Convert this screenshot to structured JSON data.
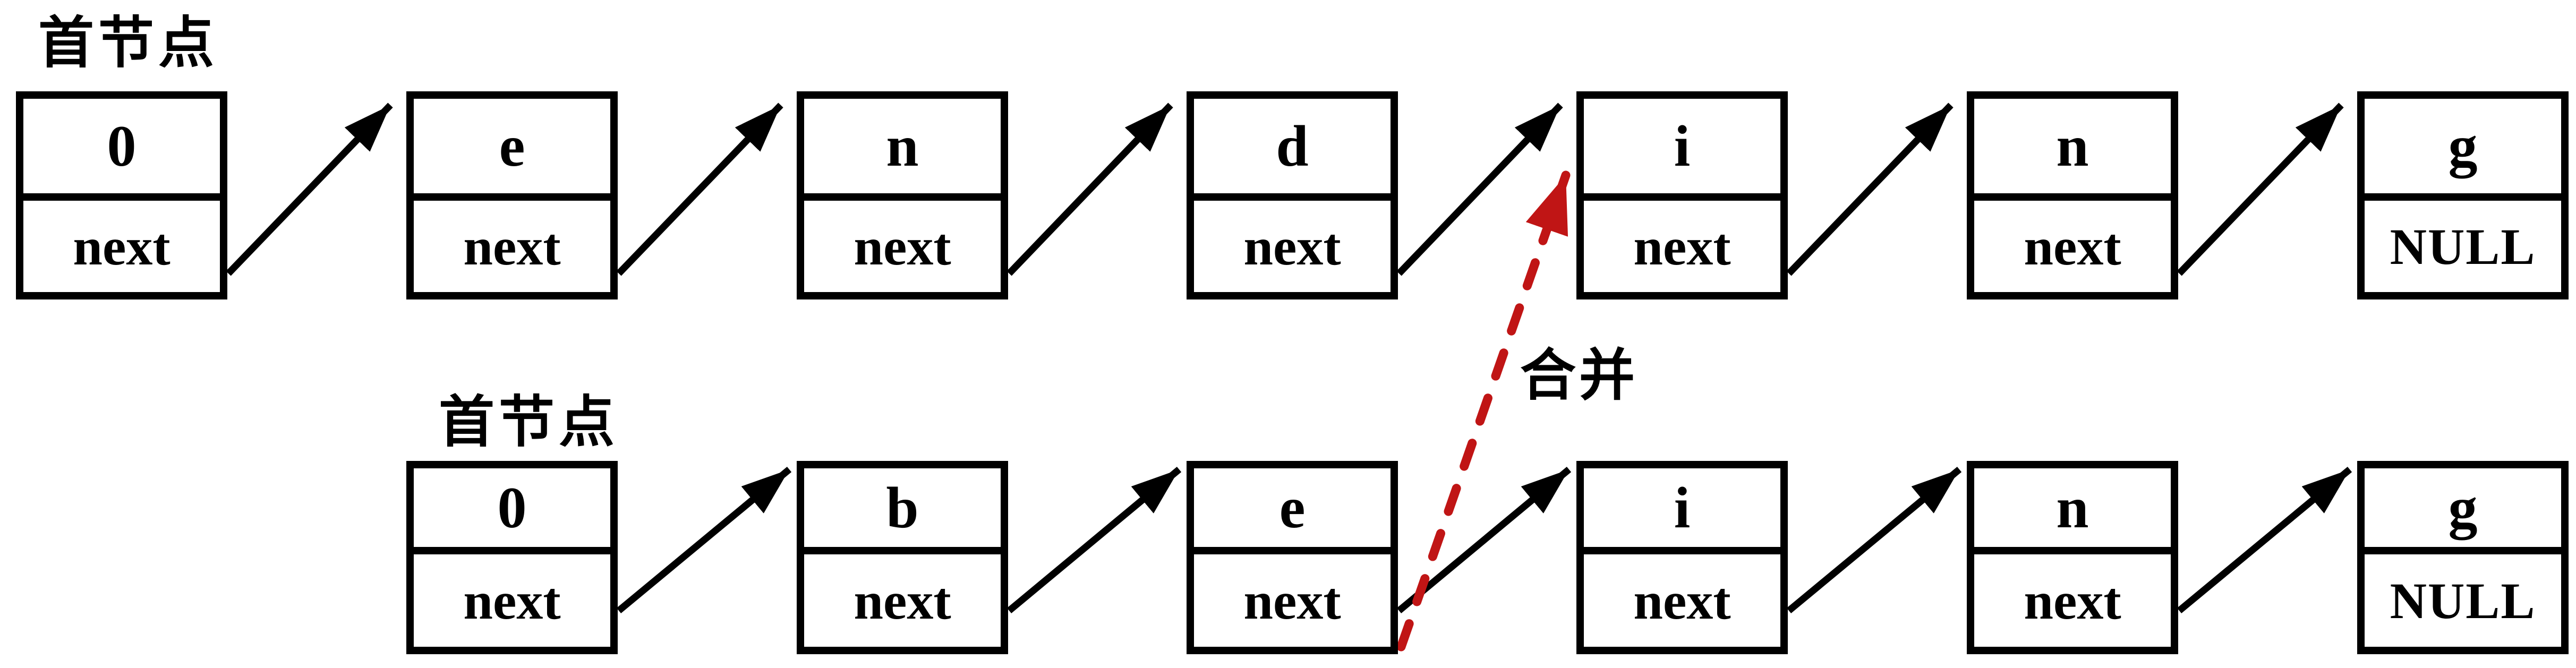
{
  "diagram": {
    "type": "linked-list-merge",
    "merge_label": "合并",
    "colors": {
      "node_border": "#000000",
      "node_fill": "#ffffff",
      "text": "#000000",
      "arrow": "#000000",
      "merge_arrow": "#c01515",
      "background": "#ffffff"
    },
    "lists": {
      "top": {
        "head_label": "首节点",
        "nodes": [
          {
            "value": "0",
            "pointer": "next"
          },
          {
            "value": "e",
            "pointer": "next"
          },
          {
            "value": "n",
            "pointer": "next"
          },
          {
            "value": "d",
            "pointer": "next"
          },
          {
            "value": "i",
            "pointer": "next"
          },
          {
            "value": "n",
            "pointer": "next"
          },
          {
            "value": "g",
            "pointer": "NULL"
          }
        ]
      },
      "bottom": {
        "head_label": "首节点",
        "nodes": [
          {
            "value": "0",
            "pointer": "next"
          },
          {
            "value": "b",
            "pointer": "next"
          },
          {
            "value": "e",
            "pointer": "next"
          },
          {
            "value": "i",
            "pointer": "next"
          },
          {
            "value": "n",
            "pointer": "next"
          },
          {
            "value": "g",
            "pointer": "NULL"
          }
        ]
      }
    },
    "merge": {
      "from_list": "bottom",
      "from_value": "e",
      "to_list": "top",
      "to_value": "i",
      "style": "dashed"
    }
  }
}
